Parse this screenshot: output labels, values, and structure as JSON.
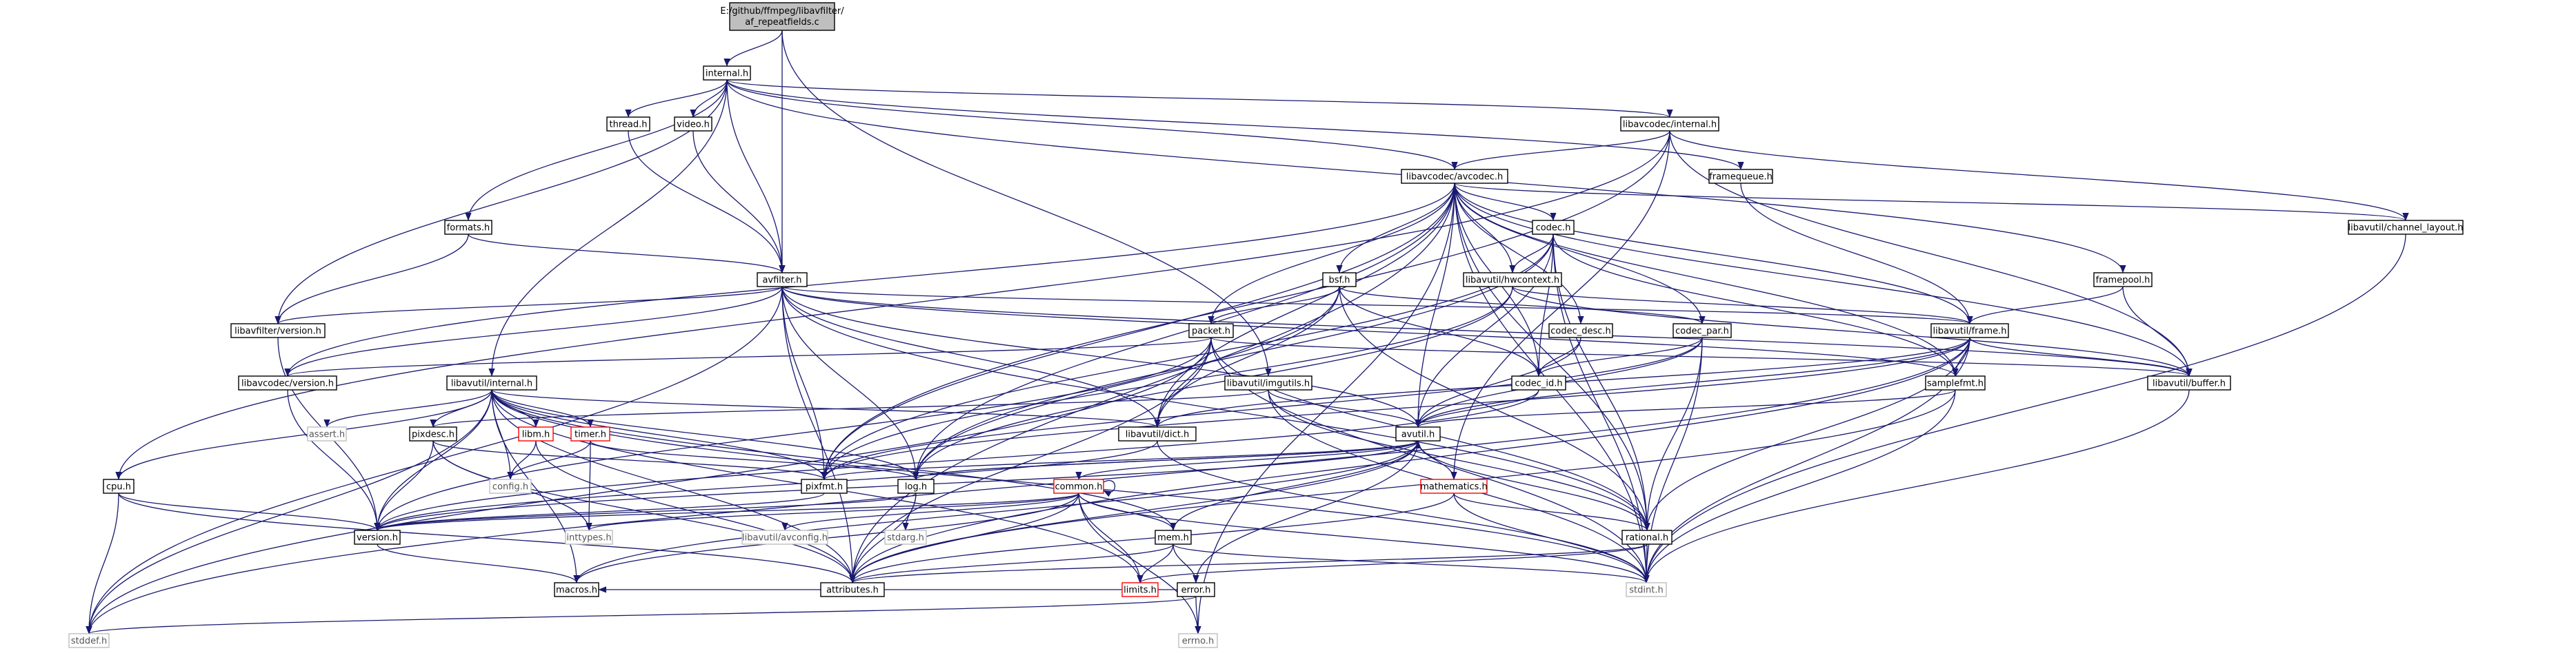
{
  "nodes": [
    {
      "id": "root",
      "label": "E:/github/ffmpeg/libavfilter/af_repeatfields.c",
      "kind": "root"
    },
    {
      "id": "internal",
      "label": "internal.h",
      "kind": "normal"
    },
    {
      "id": "thread",
      "label": "thread.h",
      "kind": "normal"
    },
    {
      "id": "video",
      "label": "video.h",
      "kind": "normal"
    },
    {
      "id": "lavc_internal",
      "label": "libavcodec/internal.h",
      "kind": "normal"
    },
    {
      "id": "framequeue",
      "label": "framequeue.h",
      "kind": "normal"
    },
    {
      "id": "lavc_avcodec",
      "label": "libavcodec/avcodec.h",
      "kind": "normal"
    },
    {
      "id": "formats",
      "label": "formats.h",
      "kind": "normal"
    },
    {
      "id": "codec",
      "label": "codec.h",
      "kind": "normal"
    },
    {
      "id": "chlayout",
      "label": "libavutil/channel_layout.h",
      "kind": "normal"
    },
    {
      "id": "avfilter",
      "label": "avfilter.h",
      "kind": "normal"
    },
    {
      "id": "bsf",
      "label": "bsf.h",
      "kind": "normal"
    },
    {
      "id": "hwcontext",
      "label": "libavutil/hwcontext.h",
      "kind": "normal"
    },
    {
      "id": "framepool",
      "label": "framepool.h",
      "kind": "normal"
    },
    {
      "id": "lavf_version",
      "label": "libavfilter/version.h",
      "kind": "normal"
    },
    {
      "id": "packet",
      "label": "packet.h",
      "kind": "normal"
    },
    {
      "id": "codec_desc",
      "label": "codec_desc.h",
      "kind": "normal"
    },
    {
      "id": "codec_par",
      "label": "codec_par.h",
      "kind": "normal"
    },
    {
      "id": "frame",
      "label": "libavutil/frame.h",
      "kind": "normal"
    },
    {
      "id": "lavc_version",
      "label": "libavcodec/version.h",
      "kind": "normal"
    },
    {
      "id": "lavu_internal",
      "label": "libavutil/internal.h",
      "kind": "normal"
    },
    {
      "id": "imgutils",
      "label": "libavutil/imgutils.h",
      "kind": "normal"
    },
    {
      "id": "codec_id",
      "label": "codec_id.h",
      "kind": "normal"
    },
    {
      "id": "samplefmt",
      "label": "samplefmt.h",
      "kind": "normal"
    },
    {
      "id": "buffer",
      "label": "libavutil/buffer.h",
      "kind": "normal"
    },
    {
      "id": "assert",
      "label": "assert.h",
      "kind": "grey"
    },
    {
      "id": "pixdesc",
      "label": "pixdesc.h",
      "kind": "normal"
    },
    {
      "id": "libm",
      "label": "libm.h",
      "kind": "red"
    },
    {
      "id": "timer",
      "label": "timer.h",
      "kind": "red"
    },
    {
      "id": "dict",
      "label": "libavutil/dict.h",
      "kind": "normal"
    },
    {
      "id": "avutil",
      "label": "avutil.h",
      "kind": "normal"
    },
    {
      "id": "cpu",
      "label": "cpu.h",
      "kind": "normal"
    },
    {
      "id": "config",
      "label": "config.h",
      "kind": "grey"
    },
    {
      "id": "pixfmt",
      "label": "pixfmt.h",
      "kind": "normal"
    },
    {
      "id": "log",
      "label": "log.h",
      "kind": "normal"
    },
    {
      "id": "common",
      "label": "common.h",
      "kind": "red"
    },
    {
      "id": "mathematics",
      "label": "mathematics.h",
      "kind": "red"
    },
    {
      "id": "version",
      "label": "version.h",
      "kind": "normal"
    },
    {
      "id": "inttypes",
      "label": "inttypes.h",
      "kind": "grey"
    },
    {
      "id": "avconfig",
      "label": "libavutil/avconfig.h",
      "kind": "grey"
    },
    {
      "id": "stdarg",
      "label": "stdarg.h",
      "kind": "grey"
    },
    {
      "id": "mem",
      "label": "mem.h",
      "kind": "normal"
    },
    {
      "id": "rational",
      "label": "rational.h",
      "kind": "normal"
    },
    {
      "id": "macros",
      "label": "macros.h",
      "kind": "normal"
    },
    {
      "id": "attributes",
      "label": "attributes.h",
      "kind": "normal"
    },
    {
      "id": "limits",
      "label": "limits.h",
      "kind": "red"
    },
    {
      "id": "error",
      "label": "error.h",
      "kind": "normal"
    },
    {
      "id": "stdint",
      "label": "stdint.h",
      "kind": "grey"
    },
    {
      "id": "stddef",
      "label": "stddef.h",
      "kind": "grey"
    },
    {
      "id": "errno",
      "label": "errno.h",
      "kind": "grey"
    }
  ],
  "edges": [
    [
      "root",
      "internal"
    ],
    [
      "root",
      "avfilter"
    ],
    [
      "root",
      "imgutils"
    ],
    [
      "internal",
      "thread"
    ],
    [
      "internal",
      "video"
    ],
    [
      "internal",
      "lavc_internal"
    ],
    [
      "internal",
      "framequeue"
    ],
    [
      "internal",
      "lavc_avcodec"
    ],
    [
      "internal",
      "formats"
    ],
    [
      "internal",
      "avfilter"
    ],
    [
      "internal",
      "framepool"
    ],
    [
      "internal",
      "lavf_version"
    ],
    [
      "internal",
      "lavu_internal"
    ],
    [
      "thread",
      "avfilter"
    ],
    [
      "video",
      "avfilter"
    ],
    [
      "formats",
      "avfilter"
    ],
    [
      "formats",
      "lavf_version"
    ],
    [
      "lavc_internal",
      "lavc_avcodec"
    ],
    [
      "lavc_internal",
      "chlayout"
    ],
    [
      "lavc_internal",
      "buffer"
    ],
    [
      "lavc_internal",
      "pixfmt"
    ],
    [
      "lavc_internal",
      "mathematics"
    ],
    [
      "lavc_internal",
      "cpu"
    ],
    [
      "framequeue",
      "frame"
    ],
    [
      "lavc_avcodec",
      "codec"
    ],
    [
      "lavc_avcodec",
      "chlayout"
    ],
    [
      "lavc_avcodec",
      "bsf"
    ],
    [
      "lavc_avcodec",
      "hwcontext"
    ],
    [
      "lavc_avcodec",
      "codec_desc"
    ],
    [
      "lavc_avcodec",
      "codec_par"
    ],
    [
      "lavc_avcodec",
      "frame"
    ],
    [
      "lavc_avcodec",
      "lavc_version"
    ],
    [
      "lavc_avcodec",
      "samplefmt"
    ],
    [
      "lavc_avcodec",
      "buffer"
    ],
    [
      "lavc_avcodec",
      "dict"
    ],
    [
      "lavc_avcodec",
      "avutil"
    ],
    [
      "lavc_avcodec",
      "log"
    ],
    [
      "lavc_avcodec",
      "pixfmt"
    ],
    [
      "lavc_avcodec",
      "rational"
    ],
    [
      "lavc_avcodec",
      "attributes"
    ],
    [
      "lavc_avcodec",
      "codec_id"
    ],
    [
      "lavc_avcodec",
      "packet"
    ],
    [
      "lavc_avcodec",
      "stdint"
    ],
    [
      "lavc_avcodec",
      "errno"
    ],
    [
      "codec",
      "hwcontext"
    ],
    [
      "codec",
      "codec_id"
    ],
    [
      "codec",
      "avutil"
    ],
    [
      "codec",
      "log"
    ],
    [
      "codec",
      "pixfmt"
    ],
    [
      "codec",
      "rational"
    ],
    [
      "codec",
      "samplefmt"
    ],
    [
      "codec",
      "stdint"
    ],
    [
      "chlayout",
      "stdint"
    ],
    [
      "avfilter",
      "lavf_version"
    ],
    [
      "avfilter",
      "dict"
    ],
    [
      "avfilter",
      "frame"
    ],
    [
      "avfilter",
      "log"
    ],
    [
      "avfilter",
      "samplefmt"
    ],
    [
      "avfilter",
      "pixfmt"
    ],
    [
      "avfilter",
      "rational"
    ],
    [
      "avfilter",
      "attributes"
    ],
    [
      "avfilter",
      "avutil"
    ],
    [
      "avfilter",
      "buffer"
    ],
    [
      "avfilter",
      "stddef"
    ],
    [
      "avfilter",
      "lavc_version"
    ],
    [
      "bsf",
      "packet"
    ],
    [
      "bsf",
      "codec_id"
    ],
    [
      "bsf",
      "codec_par"
    ],
    [
      "bsf",
      "dict"
    ],
    [
      "bsf",
      "log"
    ],
    [
      "bsf",
      "rational"
    ],
    [
      "hwcontext",
      "buffer"
    ],
    [
      "hwcontext",
      "frame"
    ],
    [
      "hwcontext",
      "log"
    ],
    [
      "hwcontext",
      "pixfmt"
    ],
    [
      "framepool",
      "frame"
    ],
    [
      "framepool",
      "buffer"
    ],
    [
      "lavf_version",
      "version"
    ],
    [
      "packet",
      "buffer"
    ],
    [
      "packet",
      "dict"
    ],
    [
      "packet",
      "attributes"
    ],
    [
      "packet",
      "rational"
    ],
    [
      "packet",
      "version"
    ],
    [
      "packet",
      "stdint"
    ],
    [
      "packet",
      "stddef"
    ],
    [
      "packet",
      "lavc_version"
    ],
    [
      "codec_desc",
      "codec_id"
    ],
    [
      "codec_desc",
      "avutil"
    ],
    [
      "codec_par",
      "codec_id"
    ],
    [
      "codec_par",
      "avutil"
    ],
    [
      "codec_par",
      "pixfmt"
    ],
    [
      "codec_par",
      "rational"
    ],
    [
      "codec_par",
      "stdint"
    ],
    [
      "frame",
      "buffer"
    ],
    [
      "frame",
      "dict"
    ],
    [
      "frame",
      "avutil"
    ],
    [
      "frame",
      "rational"
    ],
    [
      "frame",
      "samplefmt"
    ],
    [
      "frame",
      "pixfmt"
    ],
    [
      "frame",
      "attributes"
    ],
    [
      "frame",
      "stdint"
    ],
    [
      "frame",
      "stddef"
    ],
    [
      "lavc_version",
      "version"
    ],
    [
      "lavu_internal",
      "assert"
    ],
    [
      "lavu_internal",
      "pixdesc"
    ],
    [
      "lavu_internal",
      "libm"
    ],
    [
      "lavu_internal",
      "timer"
    ],
    [
      "lavu_internal",
      "dict"
    ],
    [
      "lavu_internal",
      "config"
    ],
    [
      "lavu_internal",
      "cpu"
    ],
    [
      "lavu_internal",
      "pixfmt"
    ],
    [
      "lavu_internal",
      "version"
    ],
    [
      "lavu_internal",
      "attributes"
    ],
    [
      "lavu_internal",
      "macros"
    ],
    [
      "lavu_internal",
      "mem"
    ],
    [
      "lavu_internal",
      "stdint"
    ],
    [
      "lavu_internal",
      "stddef"
    ],
    [
      "lavu_internal",
      "limits"
    ],
    [
      "lavu_internal",
      "log"
    ],
    [
      "imgutils",
      "avutil"
    ],
    [
      "imgutils",
      "pixdesc"
    ],
    [
      "imgutils",
      "rational"
    ],
    [
      "imgutils",
      "stdint"
    ],
    [
      "codec_id",
      "avutil"
    ],
    [
      "codec_id",
      "version"
    ],
    [
      "samplefmt",
      "avutil"
    ],
    [
      "samplefmt",
      "attributes"
    ],
    [
      "samplefmt",
      "stdint"
    ],
    [
      "buffer",
      "stdint"
    ],
    [
      "pixdesc",
      "pixfmt"
    ],
    [
      "pixdesc",
      "version"
    ],
    [
      "pixdesc",
      "attributes"
    ],
    [
      "pixdesc",
      "inttypes"
    ],
    [
      "libm",
      "config"
    ],
    [
      "libm",
      "attributes"
    ],
    [
      "libm",
      "intmath"
    ],
    [
      "timer",
      "config"
    ],
    [
      "timer",
      "inttypes"
    ],
    [
      "timer",
      "log"
    ],
    [
      "dict",
      "stdint"
    ],
    [
      "dict",
      "version"
    ],
    [
      "avutil",
      "common"
    ],
    [
      "avutil",
      "error"
    ],
    [
      "avutil",
      "version"
    ],
    [
      "avutil",
      "mathematics"
    ],
    [
      "avutil",
      "rational"
    ],
    [
      "avutil",
      "pixfmt"
    ],
    [
      "avutil",
      "macros"
    ],
    [
      "avutil",
      "log"
    ],
    [
      "avutil",
      "attributes"
    ],
    [
      "cpu",
      "version"
    ],
    [
      "cpu",
      "attributes"
    ],
    [
      "cpu",
      "stddef"
    ],
    [
      "pixfmt",
      "version"
    ],
    [
      "log",
      "avutil"
    ],
    [
      "log",
      "version"
    ],
    [
      "log",
      "attributes"
    ],
    [
      "log",
      "stdarg"
    ],
    [
      "common",
      "common"
    ],
    [
      "common",
      "attributes"
    ],
    [
      "common",
      "macros"
    ],
    [
      "common",
      "version"
    ],
    [
      "common",
      "libavutil_avconfig"
    ],
    [
      "common",
      "mem"
    ],
    [
      "common",
      "inttypes"
    ],
    [
      "common",
      "limits"
    ],
    [
      "common",
      "stdint"
    ],
    [
      "common",
      "errno"
    ],
    [
      "common",
      "avconfig"
    ],
    [
      "mathematics",
      "rational"
    ],
    [
      "mathematics",
      "attributes"
    ],
    [
      "mathematics",
      "stdint"
    ],
    [
      "mem",
      "attributes"
    ],
    [
      "mem",
      "avutil"
    ],
    [
      "mem",
      "error"
    ],
    [
      "mem",
      "limits"
    ],
    [
      "mem",
      "stdint"
    ],
    [
      "rational",
      "attributes"
    ],
    [
      "rational",
      "limits"
    ],
    [
      "rational",
      "stdint"
    ],
    [
      "version",
      "macros"
    ],
    [
      "error",
      "errno"
    ],
    [
      "error",
      "stddef"
    ],
    [
      "error",
      "macros"
    ]
  ]
}
